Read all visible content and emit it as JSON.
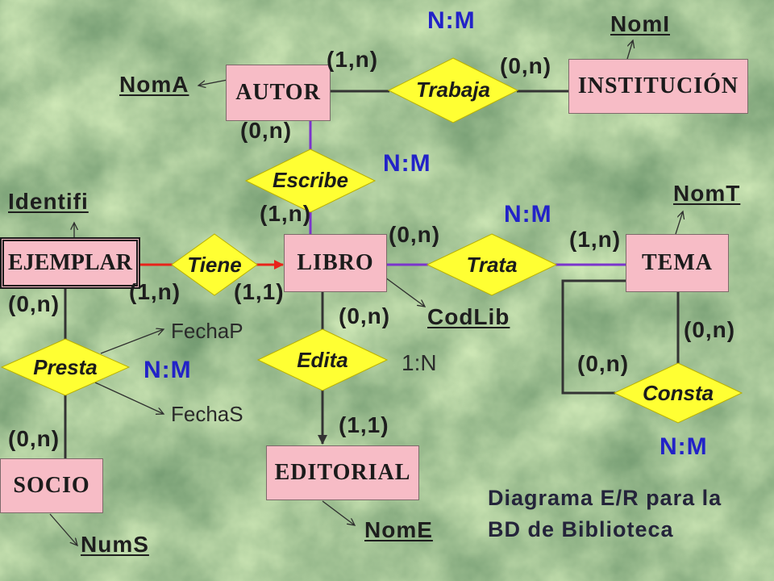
{
  "entities": {
    "autor": "AUTOR",
    "institucion": "INSTITUCIÓN",
    "libro": "LIBRO",
    "tema": "TEMA",
    "ejemplar": "EJEMPLAR",
    "socio": "SOCIO",
    "editorial": "EDITORIAL"
  },
  "relationships": {
    "trabaja": "Trabaja",
    "escribe": "Escribe",
    "tiene": "Tiene",
    "trata": "Trata",
    "presta": "Presta",
    "edita": "Edita",
    "consta": "Consta"
  },
  "attributes": {
    "nom_a": "NomA",
    "nom_i": "NomI",
    "identifi": "Identifi",
    "nom_t": "NomT",
    "cod_lib": "CodLib",
    "nom_e": "NomE",
    "num_s": "NumS",
    "fecha_p": "FechaP",
    "fecha_s": "FechaS"
  },
  "cardinalities": {
    "autor_trabaja": "(1,n)",
    "institucion_trabaja": "(0,n)",
    "autor_escribe": "(0,n)",
    "libro_escribe": "(1,n)",
    "libro_trata": "(0,n)",
    "tema_trata": "(1,n)",
    "ejemplar_tiene": "(1,n)",
    "libro_tiene": "(1,1)",
    "ejemplar_presta": "(0,n)",
    "libro_edita": "(0,n)",
    "tema_consta_right": "(0,n)",
    "tema_consta_left": "(0,n)",
    "editorial_edita": "(1,1)",
    "socio_presta": "(0,n)"
  },
  "relationship_types": {
    "trabaja": "N:M",
    "escribe": "N:M",
    "trata": "N:M",
    "presta": "N:M",
    "consta": "N:M",
    "edita": "1:N"
  },
  "caption": {
    "line1": "Diagrama E/R para la",
    "line2": "BD de Biblioteca"
  },
  "colors": {
    "background": "#a9c79b",
    "entity_fill": "#f7bcc6",
    "relationship_fill": "#ffff33",
    "type_label": "#2222c8",
    "link_purple": "#7b34cc",
    "link_red": "#e8231a",
    "link_dark": "#333333"
  }
}
